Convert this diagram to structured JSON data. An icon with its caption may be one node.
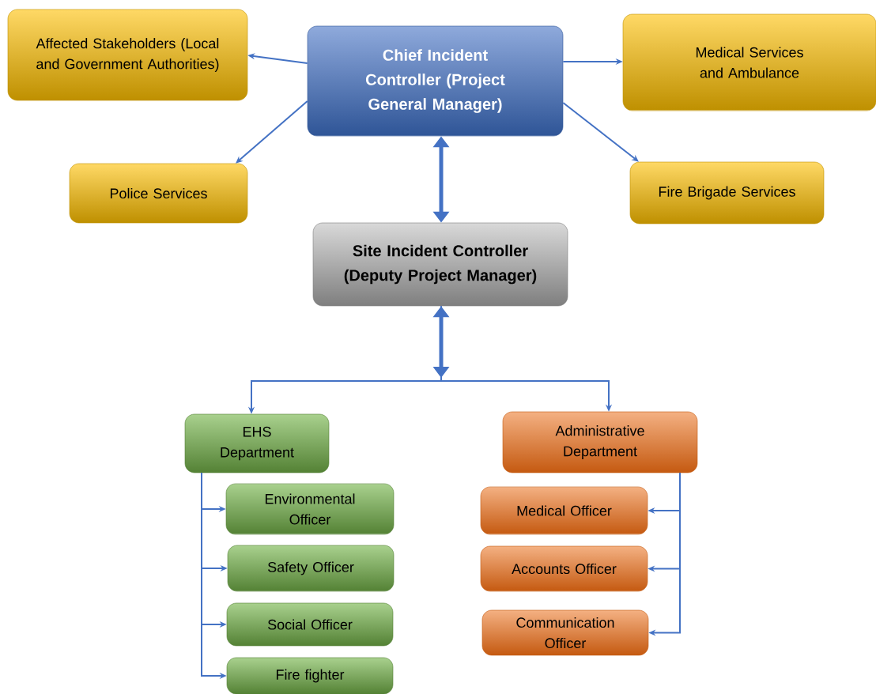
{
  "diagram": {
    "nodes": [
      {
        "text": [
          "Affected Stakeholders (Local and Government Authorities)"
        ]
      },
      {
        "text": [
          "Chief Incident Controller (Project General Manager)"
        ]
      },
      {
        "text": [
          "Medical Services and Ambulance"
        ]
      },
      {
        "text": [
          "Police Services"
        ]
      },
      {
        "text": [
          "Fire Brigade Services"
        ]
      },
      {
        "text": [
          "Site Incident Controller (Deputy Project Manager)"
        ]
      },
      {
        "text": [
          "EHS Department"
        ]
      },
      {
        "text": [
          "Administrative Department"
        ]
      },
      {
        "text": [
          "Environmental Officer"
        ]
      },
      {
        "text": [
          "Safety Officer"
        ]
      },
      {
        "text": [
          "Social Officer"
        ]
      },
      {
        "text": [
          "Fire fighter"
        ]
      },
      {
        "text": [
          "Medical Officer"
        ]
      },
      {
        "text": [
          "Accounts Officer"
        ]
      },
      {
        "text": [
          "Communication Officer"
        ]
      }
    ],
    "edges": [
      {
        "from": 1,
        "to": 0,
        "arrow": "to"
      },
      {
        "from": 1,
        "to": 2,
        "arrow": "to"
      },
      {
        "from": 1,
        "to": 3,
        "arrow": "to"
      },
      {
        "from": 1,
        "to": 4,
        "arrow": "to"
      },
      {
        "from": 1,
        "to": 5,
        "arrow": "both",
        "style": "thick"
      },
      {
        "from": 5,
        "to": 6,
        "arrow": "both"
      },
      {
        "from": 5,
        "to": 7,
        "arrow": "both"
      },
      {
        "from": 6,
        "to": 8,
        "arrow": "to"
      },
      {
        "from": 6,
        "to": 9,
        "arrow": "to"
      },
      {
        "from": 6,
        "to": 10,
        "arrow": "to"
      },
      {
        "from": 6,
        "to": 11,
        "arrow": "to"
      },
      {
        "from": 7,
        "to": 12,
        "arrow": "to"
      },
      {
        "from": 7,
        "to": 13,
        "arrow": "to"
      },
      {
        "from": 7,
        "to": 14,
        "arrow": "to"
      }
    ]
  }
}
